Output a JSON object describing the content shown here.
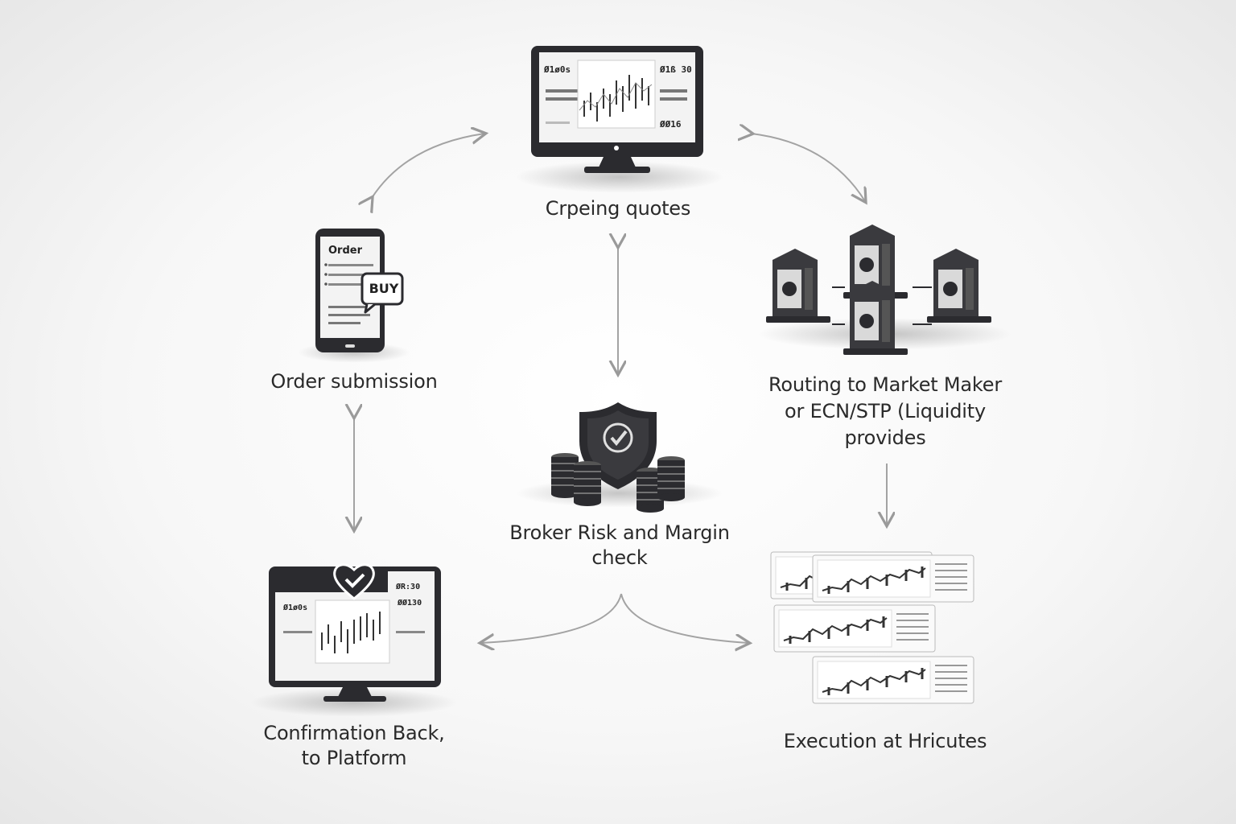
{
  "nodes": {
    "quotes": {
      "label": "Crpeing quotes",
      "screen_texts": [
        "Ø1ø0s",
        "Ø1ß 30",
        "ØØ16"
      ]
    },
    "order": {
      "label": "Order submission",
      "phone_title": "Order",
      "buy_label": "BUY"
    },
    "routing": {
      "label_line1": "Routing to Market Maker",
      "label_line2": "or ECN/STP (Liquidity",
      "label_line3": "provides"
    },
    "risk": {
      "label_line1": "Broker Risk and Margin",
      "label_line2": "check"
    },
    "confirmation": {
      "label_line1": "Confirmation Back,",
      "label_line2": "to Platform",
      "screen_texts": [
        "Ø1ø0s",
        "ØR:30",
        "ØØ130"
      ]
    },
    "execution": {
      "label": "Execution at Hricutes"
    }
  },
  "colors": {
    "icon_dark": "#2b2b2f",
    "screen_light": "#f3f3f3",
    "arrow": "#9a9a9a",
    "text": "#2a2a2a"
  },
  "icons": [
    "monitor-icon",
    "smartphone-icon",
    "server-icon",
    "shield-check-icon",
    "coin-stack-icon",
    "heart-check-icon",
    "chart-panel-icon"
  ]
}
